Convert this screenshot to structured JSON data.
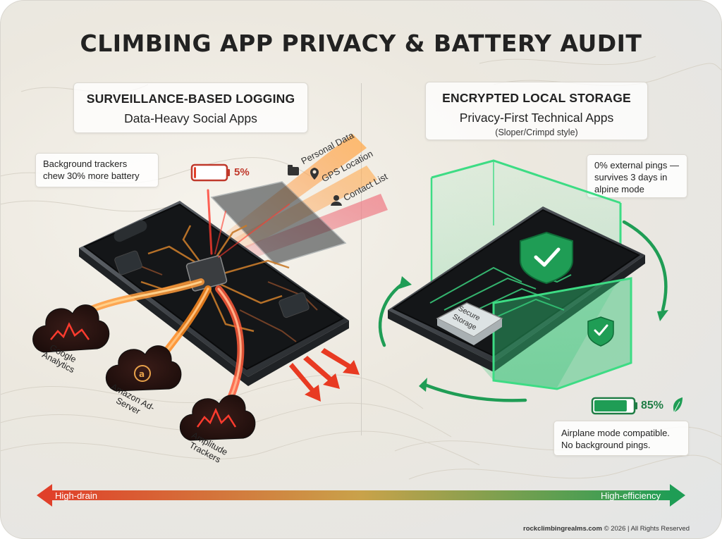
{
  "title": "CLIMBING APP PRIVACY & BATTERY AUDIT",
  "left": {
    "heading": "SURVEILLANCE-BASED LOGGING",
    "subheading": "Data-Heavy Social Apps",
    "note": "Background trackers chew 30% more battery",
    "battery_percent": "5%",
    "battery_level": 0.05,
    "data_streams": [
      "Personal Data",
      "GPS Location",
      "Contact List"
    ],
    "trackers": [
      "Google Analytics",
      "Amazon Ad-Server",
      "Amplitude Trackers"
    ]
  },
  "right": {
    "heading": "ENCRYPTED LOCAL STORAGE",
    "subheading": "Privacy-First Technical Apps",
    "note_small": "(Sloper/Crimpd style)",
    "note_top": "0% external pings — survives 3 days in alpine mode",
    "chip_label": "Secure Storage",
    "battery_percent": "85%",
    "battery_level": 0.85,
    "note_bottom": "Airplane mode compatible. No background pings."
  },
  "scale": {
    "left_label": "High-drain",
    "right_label": "High-efficiency"
  },
  "footer": {
    "site": "rockclimbingrealms.com",
    "rights": "© 2026 | All Rights Reserved"
  },
  "colors": {
    "drain": "#e0402a",
    "efficiency": "#1f9d55",
    "glow_green": "#3ddc84",
    "trace_orange": "#ff8a1e"
  }
}
